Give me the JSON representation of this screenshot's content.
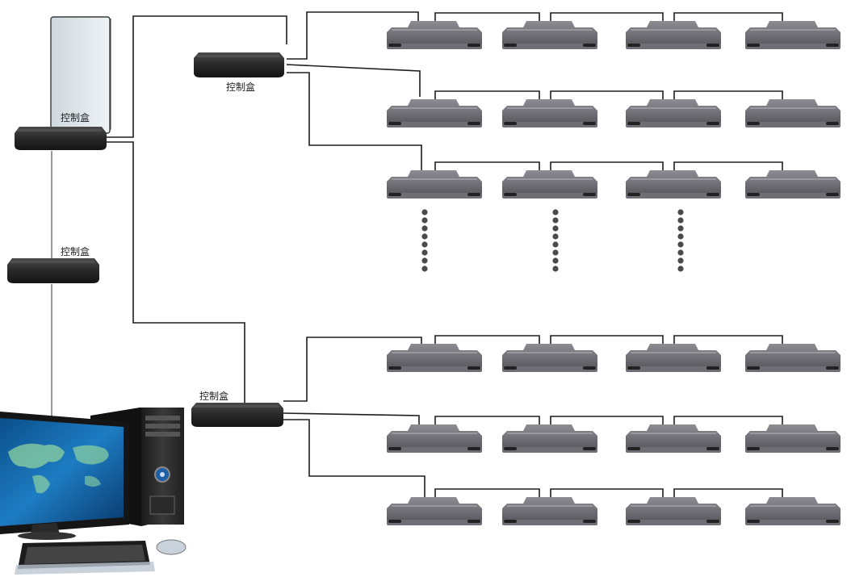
{
  "labels": {
    "box_a": "控制盒",
    "box_b": "控制盒",
    "box_c": "控制盒",
    "box_d": "控制盒"
  },
  "devices": {
    "group_top_rows": 3,
    "group_bottom_rows": 3,
    "columns": 4,
    "top_group_continues": true
  },
  "icons": {
    "computer": "desktop-computer-icon",
    "control_box": "control-box-icon",
    "device": "meter-device-icon",
    "antenna": "antenna-panel-icon"
  },
  "colors": {
    "device_body": "#6e6e74",
    "device_top": "#8a8a90",
    "box_body": "#2e2e2e",
    "wire": "#1e1e1e"
  }
}
